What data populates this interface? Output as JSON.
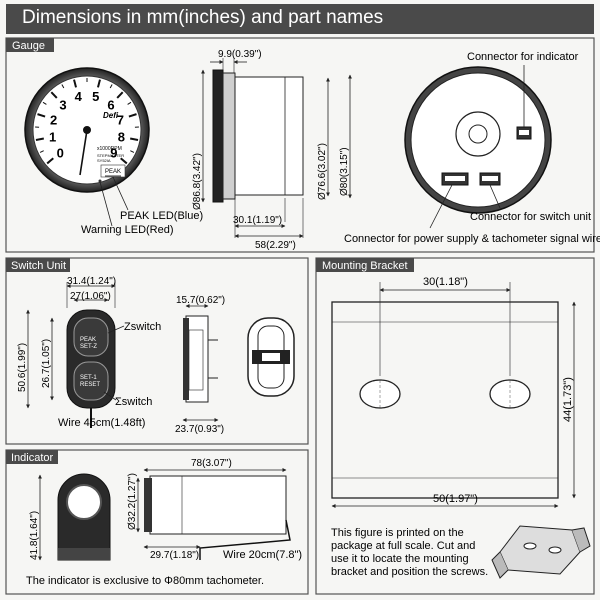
{
  "title": "Dimensions in mm(inches) and part names",
  "sections": {
    "gauge": "Gauge",
    "switch_unit": "Switch Unit",
    "mounting_bracket": "Mounting Bracket",
    "indicator": "Indicator"
  },
  "gauge": {
    "face": {
      "numbers": [
        "0",
        "1",
        "2",
        "3",
        "4",
        "5",
        "6",
        "7",
        "8",
        "9"
      ],
      "brand": "Defi",
      "unit": "x1000RPM",
      "model": "STEPMASTER",
      "code": "SY52IA",
      "peak": "PEAK"
    },
    "labels": {
      "peak_led": "PEAK LED(Blue)",
      "warning_led": "Warning LED(Red)",
      "conn_indicator": "Connector for indicator",
      "conn_switch": "Connector for switch unit",
      "conn_power": "Connector for power supply & tachometer signal wire"
    },
    "dims": {
      "depth_front": "9.9(0.39\")",
      "bezel_dia": "Ø86.8(3.42\")",
      "body_dia_1": "Ø76.6(3.02\")",
      "body_dia_2": "Ø80(3.15\")",
      "depth_30": "30.1(1.19\")",
      "depth_58": "58(2.29\")"
    }
  },
  "switch_unit": {
    "dims": {
      "width_outer": "31.4(1.24\")",
      "width_inner": "27(1.06\")",
      "height_outer": "50.6(1.99\")",
      "height_inner": "26.7(1.05\")",
      "depth_top": "15.7(0.62\")",
      "depth_bottom": "23.7(0.93\")"
    },
    "labels": {
      "z_switch": "Ζswitch",
      "e_switch": "Σswitch",
      "wire": "Wire 45cm(1.48ft)"
    },
    "buttons": {
      "top_line1": "PEAK",
      "top_line2": "SET-Ζ",
      "bottom_line1": "SET-1",
      "bottom_line2": "RESET"
    }
  },
  "bracket": {
    "dims": {
      "hole_spacing": "30(1.18\")",
      "height": "44(1.73\")",
      "width": "50(1.97\")"
    },
    "note": [
      "This figure is printed on the",
      "package at full scale.  Cut and",
      "use it to locate the mounting",
      "bracket and position the screws."
    ]
  },
  "indicator": {
    "dims": {
      "height": "41.8(1.64\")",
      "length": "78(3.07\")",
      "dia": "Ø32.2(1.27\")",
      "short": "29.7(1.18\")"
    },
    "labels": {
      "wire": "Wire 20cm(7.8\")",
      "note": "The indicator is exclusive to Φ80mm tachometer."
    }
  }
}
